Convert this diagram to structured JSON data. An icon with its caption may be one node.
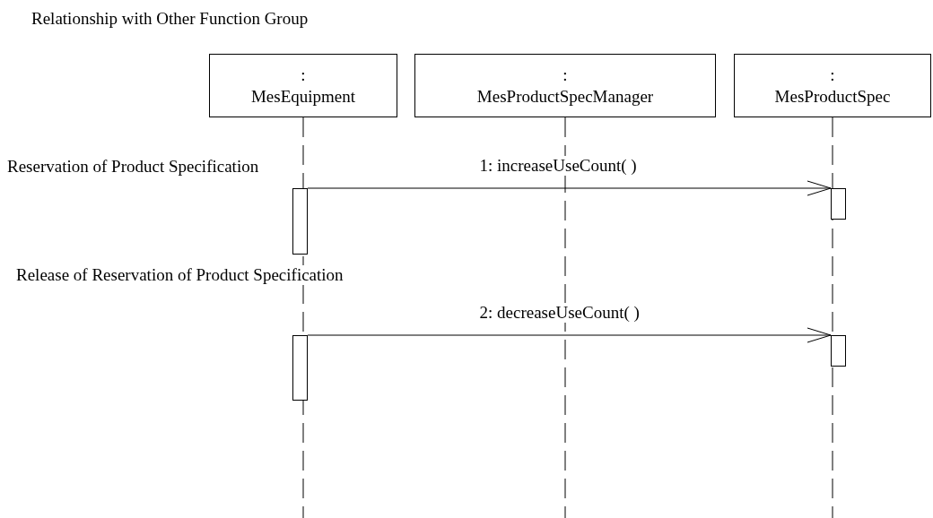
{
  "diagram": {
    "title": "Relationship with Other Function Group",
    "nodes": [
      {
        "text": [
          ":",
          "MesEquipment"
        ]
      },
      {
        "text": [
          ":",
          "MesProductSpecManager"
        ]
      },
      {
        "text": [
          ":",
          "MesProductSpec"
        ]
      },
      {
        "text": [],
        "shape": "bar"
      },
      {
        "text": [],
        "shape": "bar"
      },
      {
        "text": [],
        "shape": "bar"
      },
      {
        "text": [],
        "shape": "bar"
      }
    ],
    "edges": [
      {
        "from": 3,
        "to": 4,
        "arrow": "to",
        "label": "1: increaseUseCount( )"
      },
      {
        "from": 5,
        "to": 6,
        "arrow": "to",
        "label": "2: decreaseUseCount( )"
      }
    ],
    "labels": [
      "Reservation of Product Specification",
      "Release of Reservation of Product Specification"
    ]
  }
}
